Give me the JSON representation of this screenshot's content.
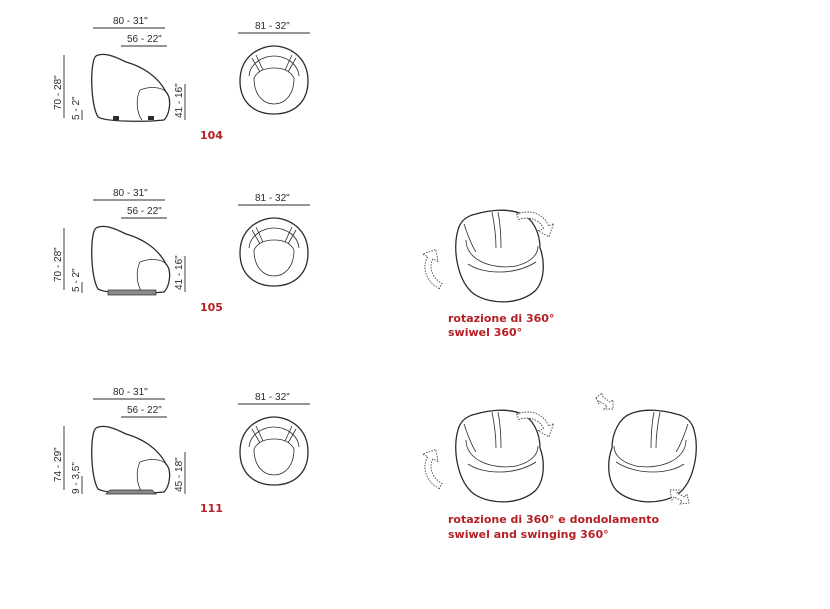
{
  "models": [
    {
      "code": "104",
      "width_label": "80 - 31\"",
      "depth_label": "56 - 22\"",
      "top_width_label": "81 - 32\"",
      "height_label": "70 - 28\"",
      "base_label": "5 - 2\"",
      "seat_label": "41 - 16\"",
      "base_type": "feet"
    },
    {
      "code": "105",
      "width_label": "80 - 31\"",
      "depth_label": "56 - 22\"",
      "top_width_label": "81 - 32\"",
      "height_label": "70 - 28\"",
      "base_label": "5 - 2\"",
      "seat_label": "41 - 16\"",
      "base_type": "swivel plate"
    },
    {
      "code": "111",
      "width_label": "80 - 31\"",
      "depth_label": "56 - 22\"",
      "top_width_label": "81 - 32\"",
      "height_label": "74 - 29\"",
      "base_label": "9 - 3,5\"",
      "seat_label": "45 - 18\"",
      "base_type": "swing plate"
    }
  ],
  "captions": {
    "swivel_it": "rotazione di 360°",
    "swivel_en": "swiwel 360°",
    "swing_it": "rotazione di 360° e dondolamento",
    "swing_en": "swiwel and swinging 360°"
  },
  "colors": {
    "accent": "#b41f24",
    "line": "#2b2b2b"
  },
  "icons": [
    "swivel-arrow-icon",
    "rock-arrow-icon"
  ]
}
